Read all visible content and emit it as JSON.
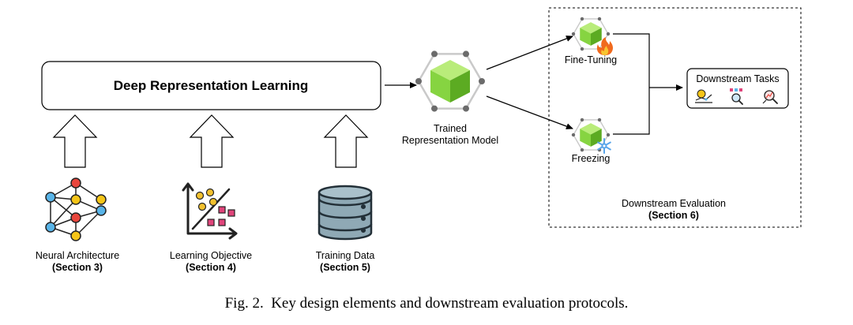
{
  "main_box": {
    "title": "Deep Representation Learning"
  },
  "inputs": [
    {
      "label": "Neural Architecture",
      "section": "(Section 3)"
    },
    {
      "label": "Learning Objective",
      "section": "(Section 4)"
    },
    {
      "label": "Training Data",
      "section": "(Section 5)"
    }
  ],
  "model": {
    "line1": "Trained",
    "line2": "Representation Model"
  },
  "evaluation": {
    "title": "Downstream Evaluation",
    "section": "(Section 6)",
    "fine_tuning": "Fine-Tuning",
    "freezing": "Freezing",
    "tasks_title": "Downstream Tasks"
  },
  "caption": "Fig. 2.  Key design elements and downstream evaluation protocols.",
  "colors": {
    "cube_light": "#b9ec7a",
    "cube_mid": "#86d441",
    "cube_dark": "#5cab22",
    "hex_outline": "#c9c9c9",
    "node_dark": "#6b6b6b",
    "net_red": "#e8453c",
    "net_yellow": "#f5c518",
    "net_blue": "#58b4e8",
    "scatter_yellow": "#f2c12e",
    "scatter_pink": "#e0457b",
    "db_fill": "#8fa9b5",
    "db_stroke": "#233038",
    "flame": "#f06a1e",
    "snow": "#5aa6ea"
  },
  "icons": [
    "neural-network-icon",
    "scatter-plot-icon",
    "database-icon",
    "cube-model-icon",
    "fire-icon",
    "snowflake-icon",
    "finance-task-icon",
    "search-task-icon",
    "analysis-task-icon"
  ]
}
